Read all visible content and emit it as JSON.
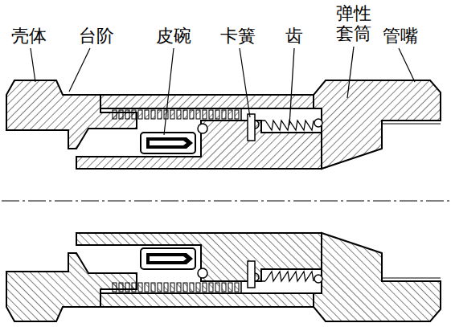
{
  "diagram": {
    "labels": [
      "壳体",
      "台阶",
      "皮碗",
      "卡簧",
      "齿",
      "弹性 套筒",
      "管嘴"
    ]
  }
}
